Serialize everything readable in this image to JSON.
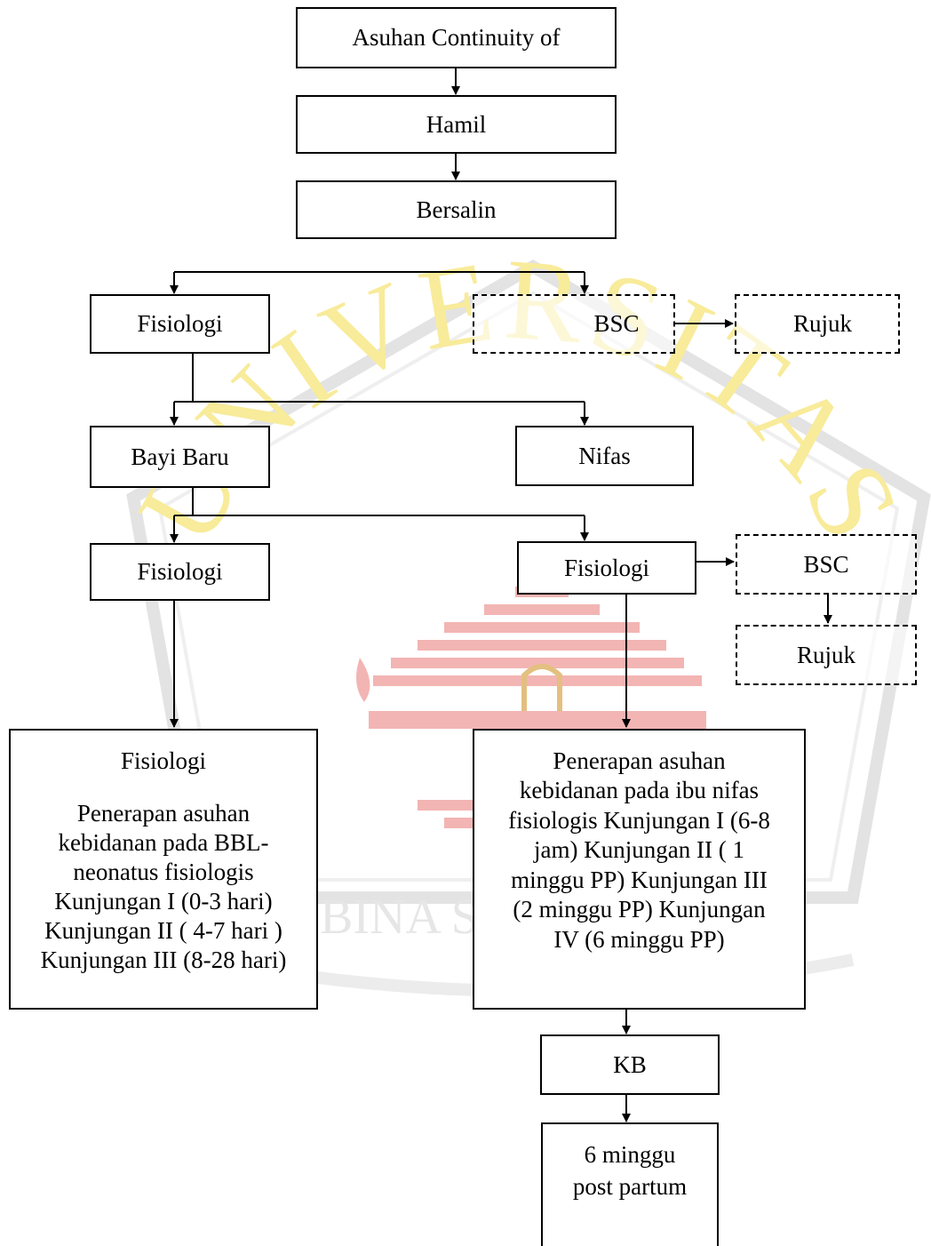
{
  "colors": {
    "watermark_yellow": "#f8eb9a",
    "watermark_red": "#f2b5b3",
    "watermark_gray": "#e3e3e3",
    "line": "#000000"
  },
  "watermark": {
    "arc_text": "UNIVERSITAS",
    "bottom_text": "BINA S"
  },
  "diagram": {
    "top": "Asuhan Continuity of",
    "hamil": "Hamil",
    "bersalin": "Bersalin",
    "fisiologi_1": "Fisiologi",
    "bsc_1": "BSC",
    "rujuk_1": "Rujuk",
    "bayi_baru": "Bayi Baru",
    "nifas": "Nifas",
    "fisiologi_bayi": "Fisiologi",
    "fisiologi_nifas": "Fisiologi",
    "bsc_2": "BSC",
    "rujuk_2": "Rujuk",
    "bbl_title": "Fisiologi",
    "bbl_text": "Penerapan asuhan\nkebidanan pada BBL-\nneonatus fisiologis\nKunjungan I (0-3 hari)\nKunjungan II ( 4-7 hari )\nKunjungan III (8-28 hari)",
    "nifas_text": "Penerapan asuhan\nkebidanan pada ibu nifas\nfisiologis Kunjungan I (6-8\njam) Kunjungan II ( 1\nminggu PP) Kunjungan III\n(2 minggu PP) Kunjungan\nIV (6 minggu PP)",
    "kb": "KB",
    "post_partum": "6 minggu\npost partum"
  }
}
